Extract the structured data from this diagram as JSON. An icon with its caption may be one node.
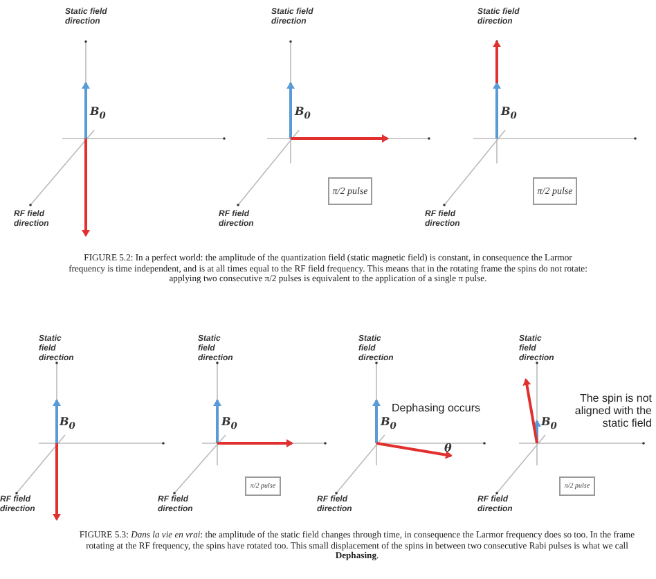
{
  "diagram": {
    "nodes": [
      {
        "text": [
          "π/2 pulse"
        ]
      },
      {
        "text": [
          "π/2 pulse"
        ]
      },
      {
        "text": [
          "π/2 pulse"
        ]
      },
      {
        "text": [
          "π/2 pulse"
        ]
      }
    ],
    "labels": [
      "Static field direction",
      "Static field direction",
      "Static field direction",
      "B$_{0}$",
      "B$_{0}$",
      "B$_{0}$",
      "RF field direction",
      "RF field direction",
      "RF field direction",
      "FIGURE 5.2: In a perfect world: the amplitude of the quantization field (static magnetic field) is constant, in consequence the Larmor frequency is time independent, and is at all times equal to the RF field frequency. This means that in the rotating frame the spins do not rotate: applying two consecutive π/2 pulses is equivalent to the application of a single π pulse.",
      "Static field direction",
      "Static field direction",
      "Static field direction",
      "Static field direction",
      "Dephasing occurs",
      "The spin is not aligned with the static field",
      "B$_{0}$",
      "B$_{0}$",
      "B$_{0}$",
      "B$_{0}$",
      "θ",
      "RF field direction",
      "RF field direction",
      "RF field direction",
      "RF field direction",
      "FIGURE 5.3: *Dans la vie en vrai*: the amplitude of the static field changes through time, in consequence the Larmor frequency does so too. In the frame rotating at the RF frequency, the spins have rotated too. This small displacement of the spins in between two consecutive Rabi pulses is what we call **Dephasing**."
    ]
  }
}
